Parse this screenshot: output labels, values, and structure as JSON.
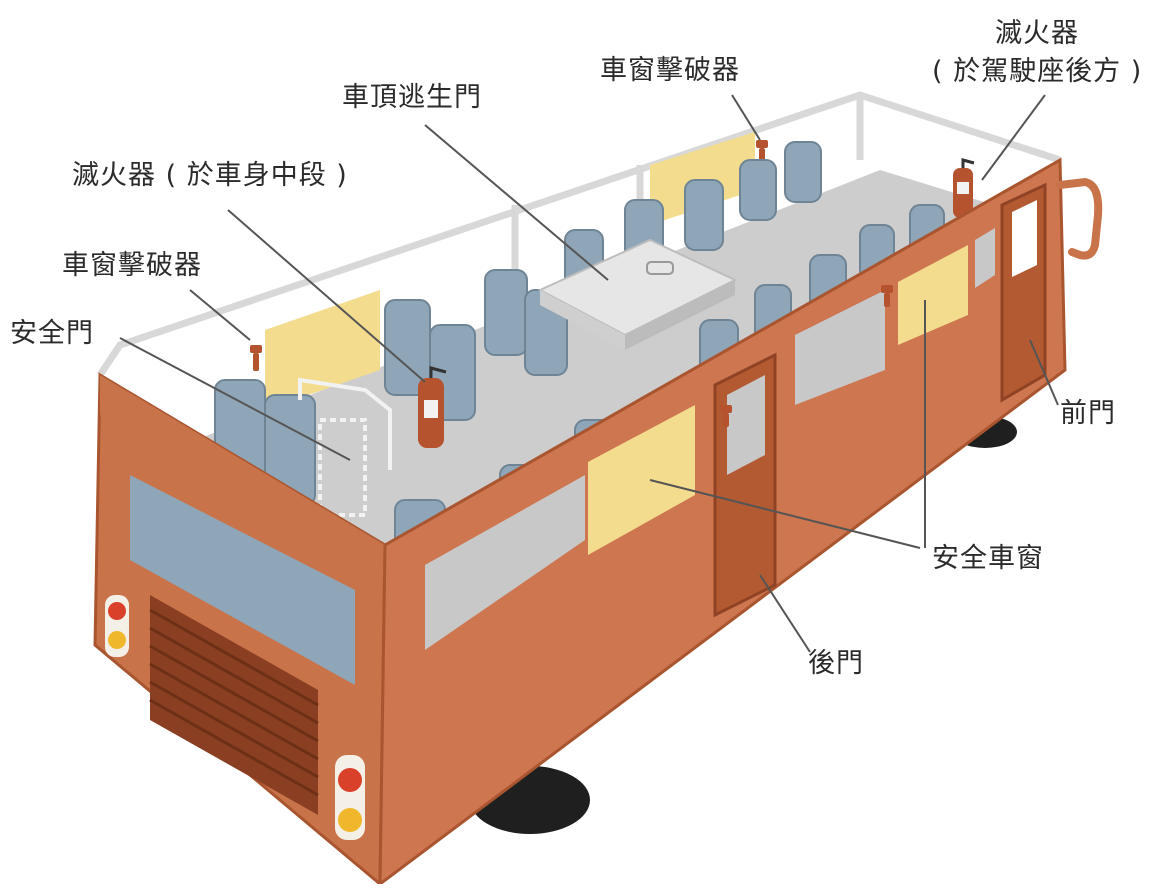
{
  "labels": {
    "extinguisher_front_line1": "滅火器",
    "extinguisher_front_line2": "( 於駕駛座後方 )",
    "window_breaker_right": "車窗擊破器",
    "roof_hatch": "車頂逃生門",
    "extinguisher_middle": "滅火器 ( 於車身中段 )",
    "window_breaker_left": "車窗擊破器",
    "emergency_door": "安全門",
    "front_door": "前門",
    "safety_windows": "安全車窗",
    "rear_door": "後門"
  },
  "colors": {
    "bus_body": "#c9734a",
    "bus_body_dark": "#a9552f",
    "seat": "#8fa6b8",
    "floor": "#c8c8c8",
    "safety_window": "#f3dc8e",
    "frame": "#dcdcdc",
    "extinguisher": "#b5532f",
    "leader_line": "#555555"
  }
}
